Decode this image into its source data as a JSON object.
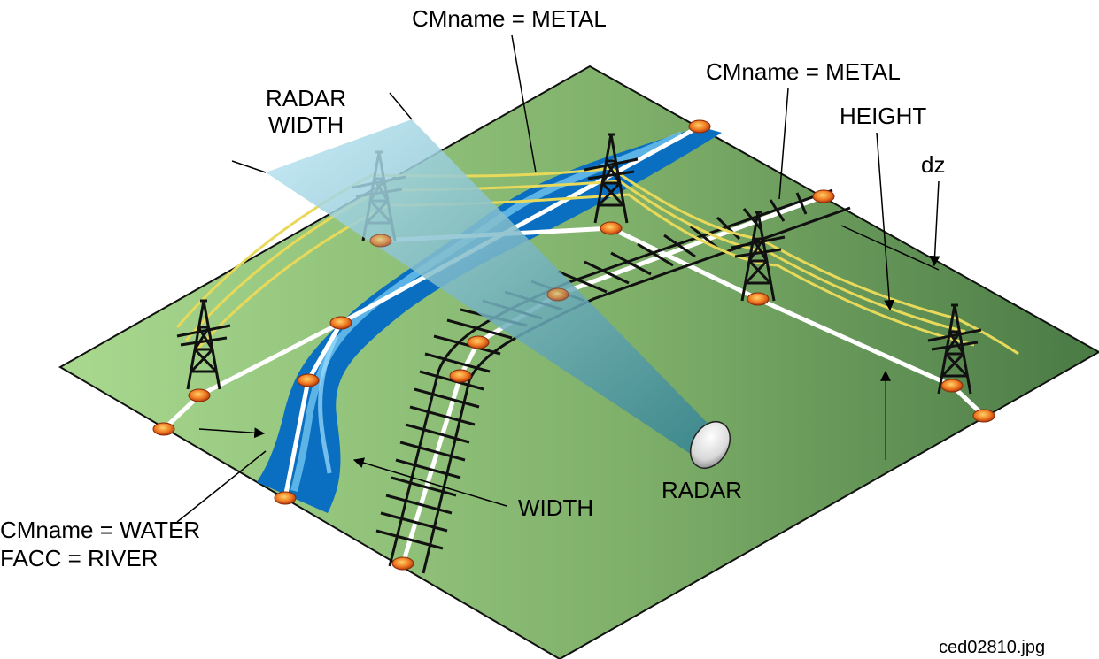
{
  "labels": {
    "cm_metal_top": "CMname = METAL",
    "cm_metal_right": "CMname = METAL",
    "radar_width_1": "RADAR",
    "radar_width_2": "WIDTH",
    "height": "HEIGHT",
    "dz": "dz",
    "cm_water": "CMname = WATER",
    "facc_river": "FACC = RIVER",
    "width": "WIDTH",
    "radar": "RADAR",
    "filename": "ced02810.jpg"
  },
  "colors": {
    "ground_light": "#a9d98f",
    "ground_mid": "#7fb06a",
    "ground_dark": "#4a7a45",
    "river_blue": "#0a6fc0",
    "river_highlight": "#6fc4ef",
    "radar_beam": "#9fd8ea",
    "power_line": "#e9d95a",
    "node_orange": "#f07a22",
    "road_white": "#ffffff",
    "track_black": "#111111"
  },
  "icons": {
    "tower": "lattice-transmission-tower-icon",
    "radar": "radar-dish-icon",
    "node": "vertex-node-icon"
  }
}
